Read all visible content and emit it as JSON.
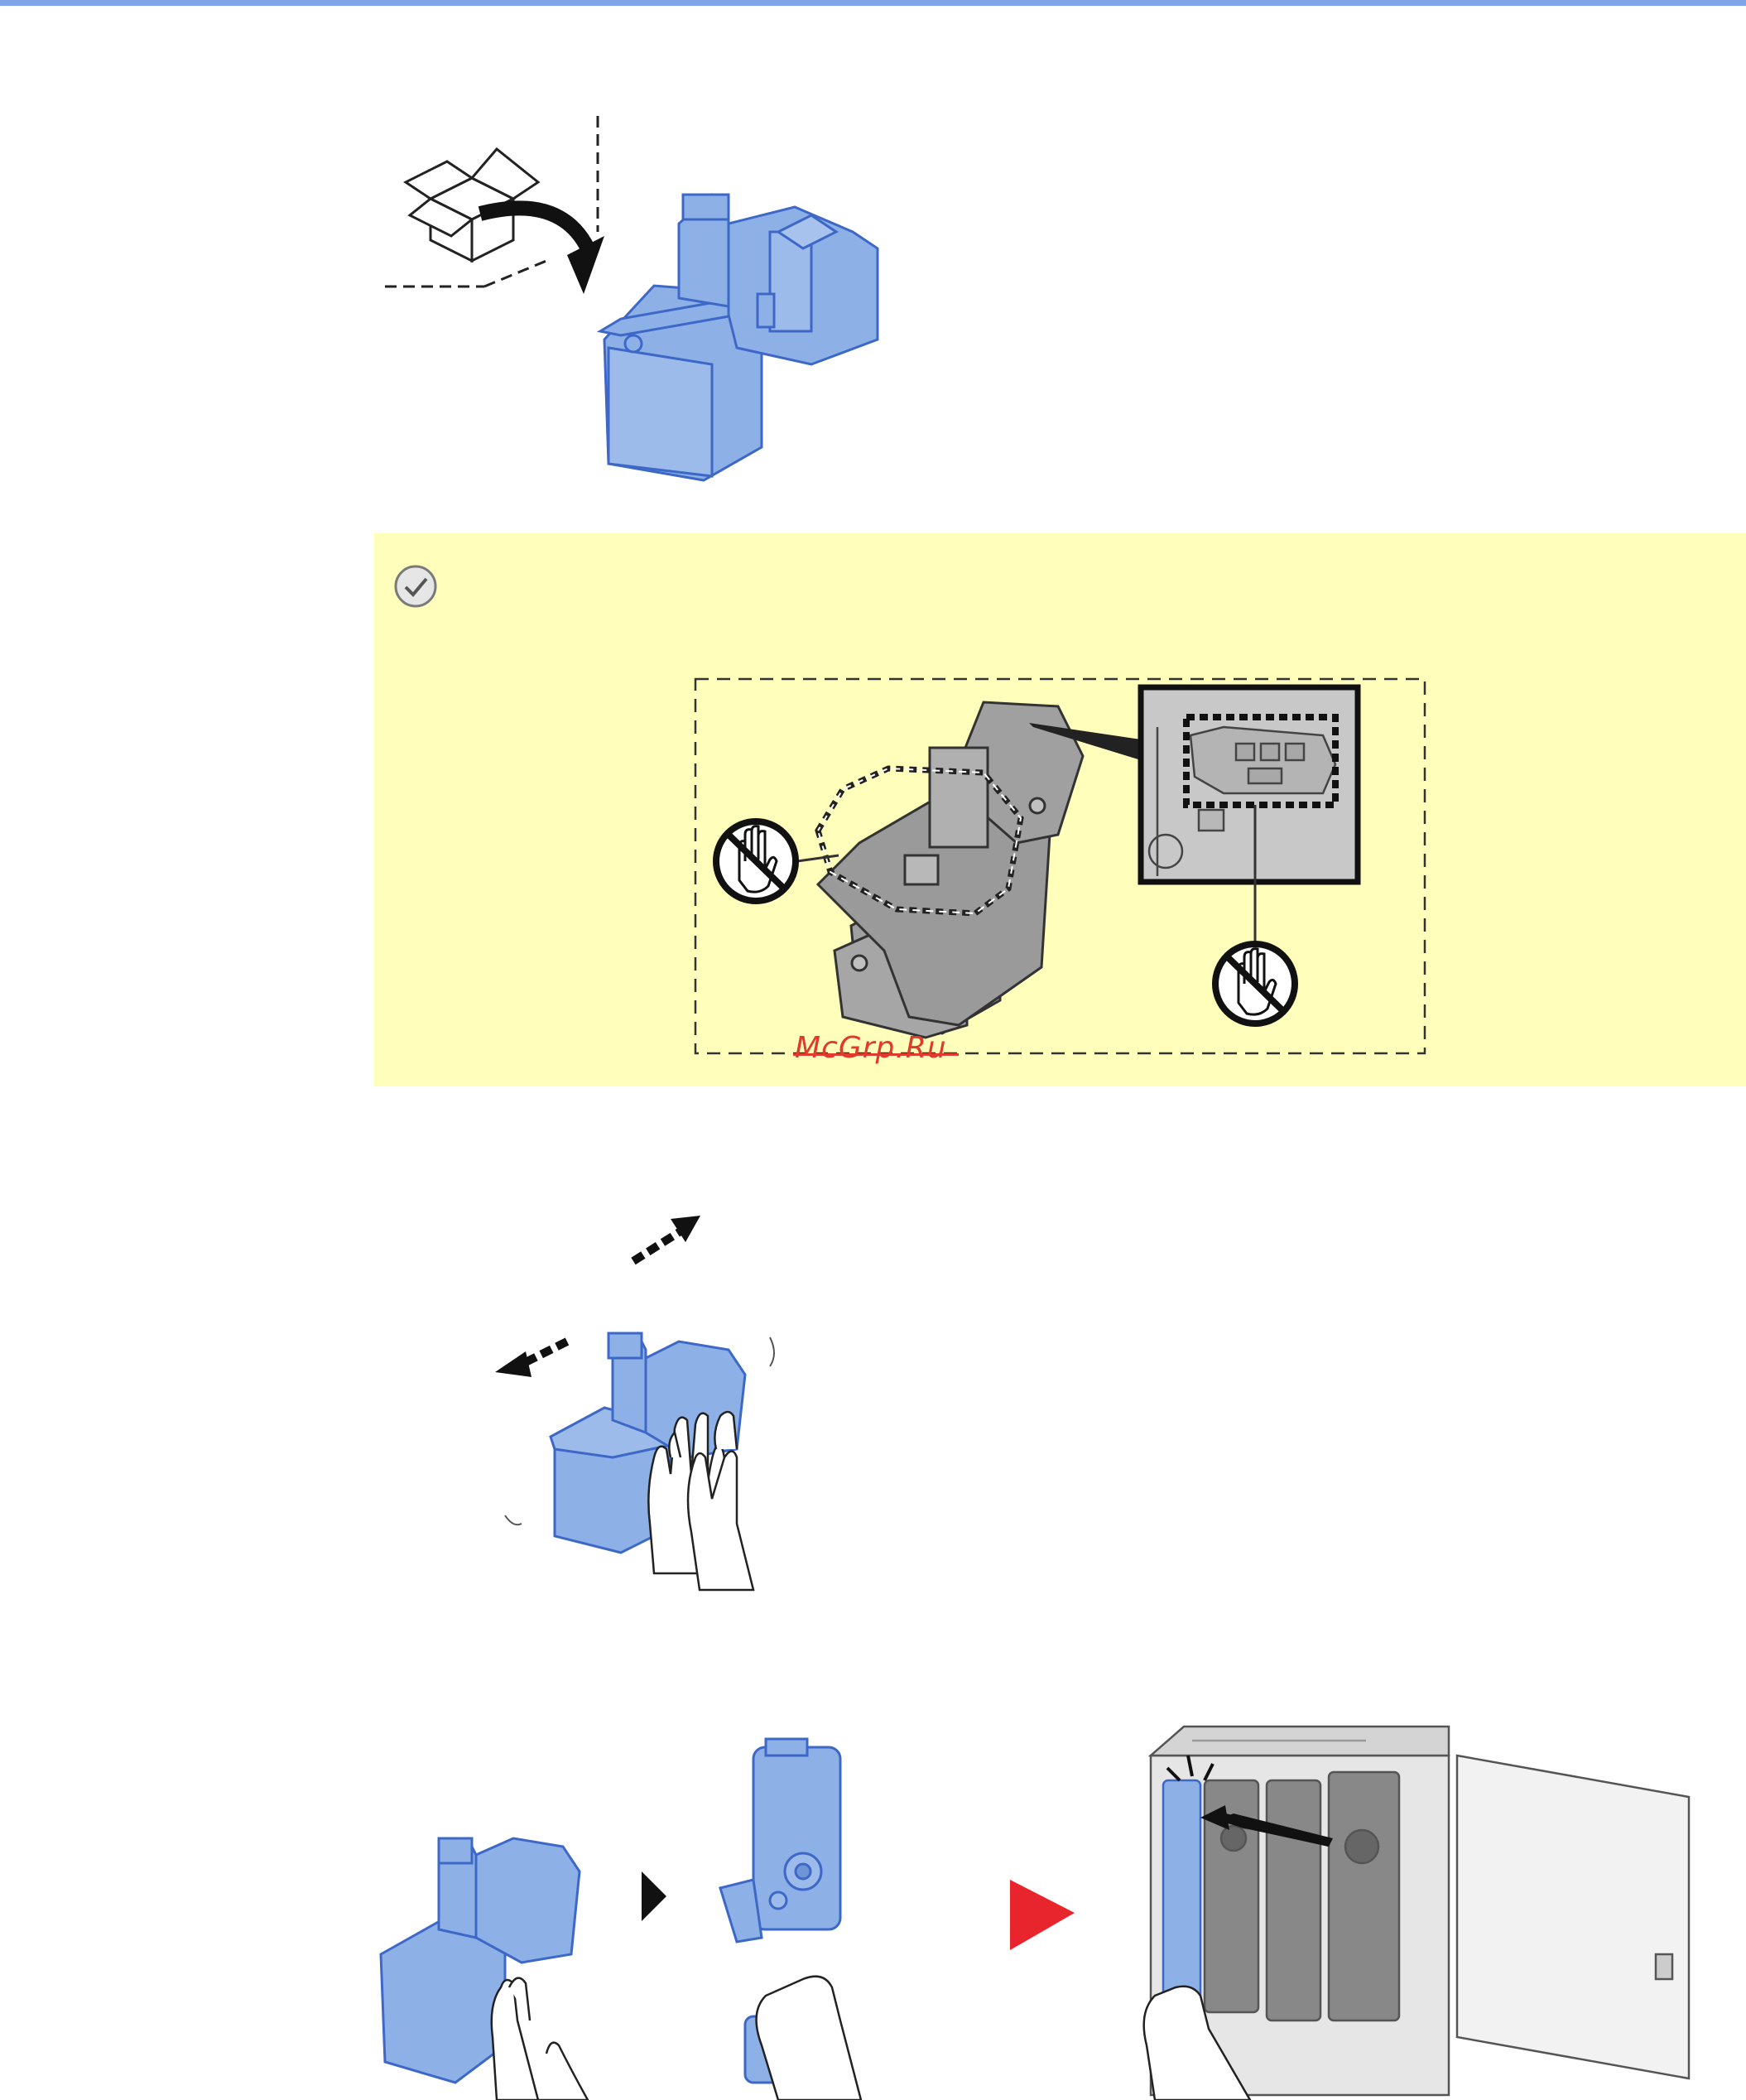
{
  "page": {
    "accent_color": "#7fa5e8",
    "note_background": "#ffffbb",
    "cartridge_color": "#8db0e6",
    "cartridge_outline": "#3d68c8",
    "arrow_color": "#e8242c"
  },
  "note": {
    "icon": "checkmark-circle-icon",
    "warning_icons": [
      "no-touch-hand-icon",
      "no-touch-hand-icon"
    ]
  },
  "watermark": {
    "text": "McGrp.Ru"
  },
  "figures": [
    {
      "name": "unpack-cartridge-illustration"
    },
    {
      "name": "do-not-touch-illustration"
    },
    {
      "name": "shake-cartridge-illustration"
    },
    {
      "name": "install-cartridge-illustration"
    }
  ]
}
